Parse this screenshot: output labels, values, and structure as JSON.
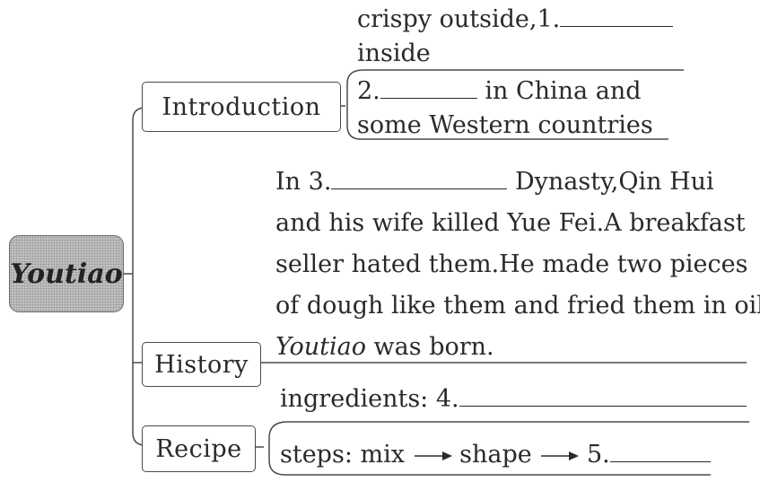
{
  "root": {
    "label": "Youtiao"
  },
  "introduction": {
    "label": "Introduction",
    "item1": {
      "text_a": "crispy outside,",
      "num": "1.",
      "text_b": "inside"
    },
    "item2": {
      "num": "2.",
      "text_a": "in China and",
      "text_b": "some Western countries"
    }
  },
  "history": {
    "label": "History",
    "lines": {
      "l1a": "In 3.",
      "l1b": "Dynasty,Qin Hui",
      "l2": "and his wife killed Yue Fei.A breakfast",
      "l3": "seller hated them.He made two pieces",
      "l4": "of dough like them and fried them in oil.",
      "l5_italic": "Youtiao",
      "l5_rest": " was born."
    }
  },
  "recipe": {
    "label": "Recipe",
    "ingredients": {
      "text": "ingredients: 4."
    },
    "steps": {
      "prefix": "steps: mix",
      "step2": "shape",
      "num": "5."
    }
  }
}
